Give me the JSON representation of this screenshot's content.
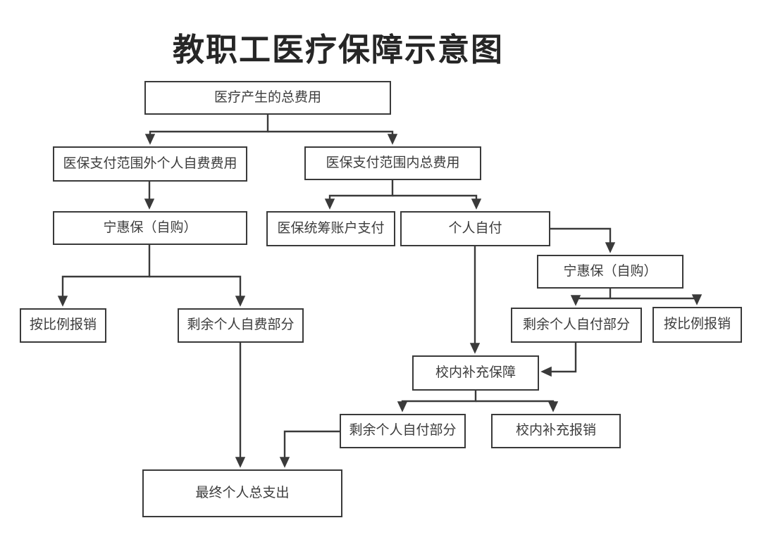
{
  "title": "教职工医疗保障示意图",
  "colors": {
    "background": "#ffffff",
    "box_border": "#3a3a3a",
    "line": "#3a3a3a",
    "text": "#3c3c3c",
    "title_text": "#262626"
  },
  "nodes": {
    "total_cost": {
      "label": "医疗产生的总费用"
    },
    "out_of_scope": {
      "label": "医保支付范围外个人自费费用"
    },
    "in_scope": {
      "label": "医保支付范围内总费用"
    },
    "ninghuibao_left": {
      "label": "宁惠保（自购）"
    },
    "pooled_account": {
      "label": "医保统筹账户支付"
    },
    "self_pay": {
      "label": "个人自付"
    },
    "ninghuibao_right": {
      "label": "宁惠保（自购）"
    },
    "proportional_left": {
      "label": "按比例报销"
    },
    "remaining_self_fee": {
      "label": "剩余个人自费部分"
    },
    "remaining_self_pay_right": {
      "label": "剩余个人自付部分"
    },
    "proportional_right": {
      "label": "按比例报销"
    },
    "school_supplement": {
      "label": "校内补充保障"
    },
    "remaining_self_pay_bottom": {
      "label": "剩余个人自付部分"
    },
    "school_reimburse": {
      "label": "校内补充报销"
    },
    "final_total": {
      "label": "最终个人总支出"
    }
  },
  "edges": [
    {
      "from": "total_cost",
      "to": "out_of_scope"
    },
    {
      "from": "total_cost",
      "to": "in_scope"
    },
    {
      "from": "out_of_scope",
      "to": "ninghuibao_left"
    },
    {
      "from": "in_scope",
      "to": "pooled_account"
    },
    {
      "from": "in_scope",
      "to": "self_pay"
    },
    {
      "from": "ninghuibao_left",
      "to": "proportional_left"
    },
    {
      "from": "ninghuibao_left",
      "to": "remaining_self_fee"
    },
    {
      "from": "self_pay",
      "to": "ninghuibao_right"
    },
    {
      "from": "self_pay",
      "to": "school_supplement"
    },
    {
      "from": "ninghuibao_right",
      "to": "remaining_self_pay_right"
    },
    {
      "from": "ninghuibao_right",
      "to": "proportional_right"
    },
    {
      "from": "remaining_self_pay_right",
      "to": "school_supplement"
    },
    {
      "from": "school_supplement",
      "to": "remaining_self_pay_bottom"
    },
    {
      "from": "school_supplement",
      "to": "school_reimburse"
    },
    {
      "from": "remaining_self_fee",
      "to": "final_total"
    },
    {
      "from": "remaining_self_pay_bottom",
      "to": "final_total"
    }
  ]
}
